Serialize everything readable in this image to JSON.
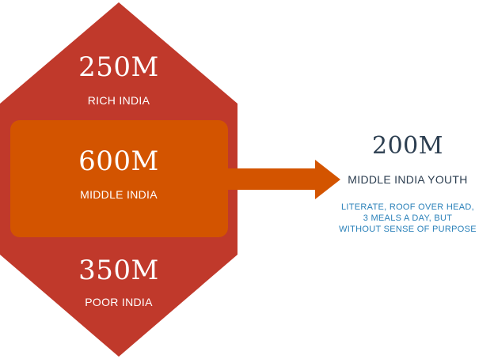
{
  "colors": {
    "hexagon": "#c0392b",
    "middle_box": "#d35400",
    "arrow": "#d35400",
    "dark_text": "#2c3e50",
    "blue_text": "#2980b9"
  },
  "segments": {
    "rich": {
      "figure": "250M",
      "label": "RICH INDIA"
    },
    "middle": {
      "figure": "600M",
      "label": "MIDDLE INDIA"
    },
    "poor": {
      "figure": "350M",
      "label": "POOR INDIA"
    }
  },
  "youth": {
    "figure": "200M",
    "label": "MIDDLE INDIA YOUTH",
    "description_lines": [
      "LITERATE, ROOF OVER HEAD,",
      "3 MEALS A DAY, BUT",
      "WITHOUT SENSE OF PURPOSE"
    ]
  }
}
